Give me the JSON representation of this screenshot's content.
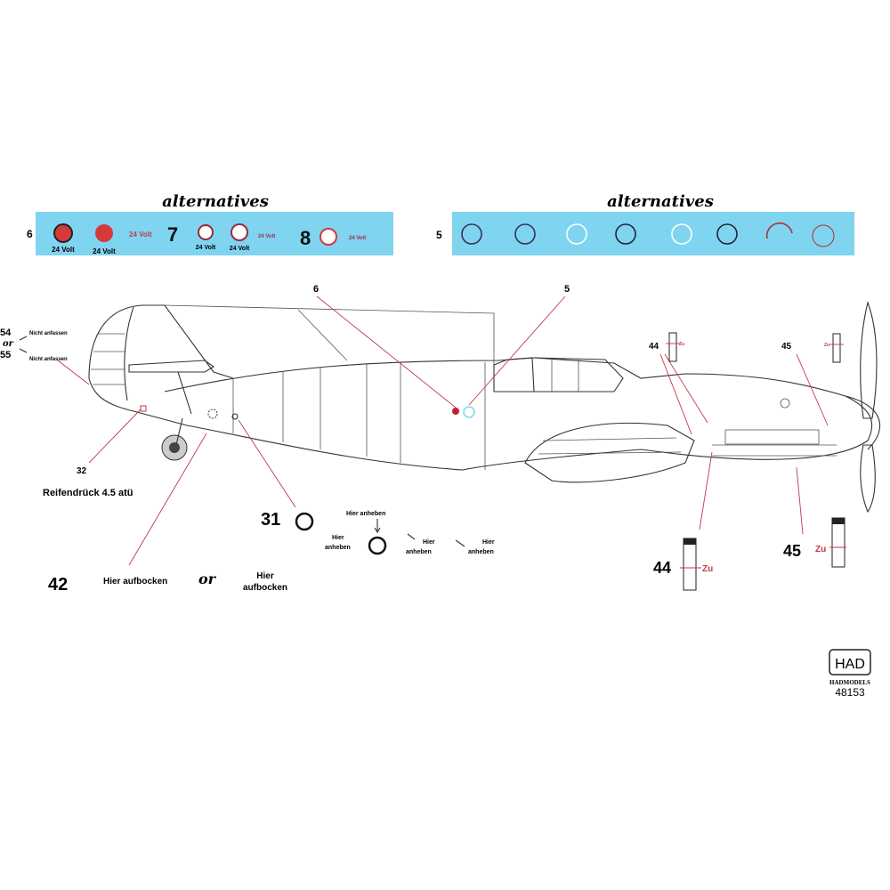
{
  "strips": {
    "left": {
      "heading": "alternatives",
      "label_6": "6",
      "label_7": "7",
      "label_8": "8",
      "volt_a": "24 Volt",
      "volt_b": "24 Volt",
      "volt_c": "24 Volt",
      "volt_d": "24 Volt",
      "volt_e": "24 Volt",
      "volt_f": "24 Volt"
    },
    "right": {
      "heading": "alternatives",
      "label_5": "5"
    },
    "color": "#7fd4f0"
  },
  "callouts": {
    "c6": "6",
    "c5": "5",
    "c54": "54",
    "or1": "or",
    "c55": "55",
    "nicht1": "Nicht anfassen",
    "nicht2": "Nicht anfassen",
    "c32": "32",
    "reifen": "Reifendrück 4.5 atü",
    "c31": "31",
    "hier1": "Hier",
    "anheben1": "anheben",
    "hier_anheben_top": "Hier anheben",
    "hier2": "Hier",
    "anheben2": "anheben",
    "hier3": "Hier",
    "anheben3": "anheben",
    "c42": "42",
    "aufbocken1": "Hier aufbocken",
    "or2": "or",
    "hier4": "Hier",
    "aufbocken2": "aufbocken",
    "c44_small": "44",
    "c45_small": "45",
    "zu_small1": "Zu",
    "zu_small2": "Zu",
    "c44": "44",
    "zu1": "Zu",
    "c45": "45",
    "zu2": "Zu"
  },
  "logo": {
    "mark": "HAD",
    "brand": "HADMODELS",
    "number": "48153"
  },
  "accent_red": "#c0394a"
}
